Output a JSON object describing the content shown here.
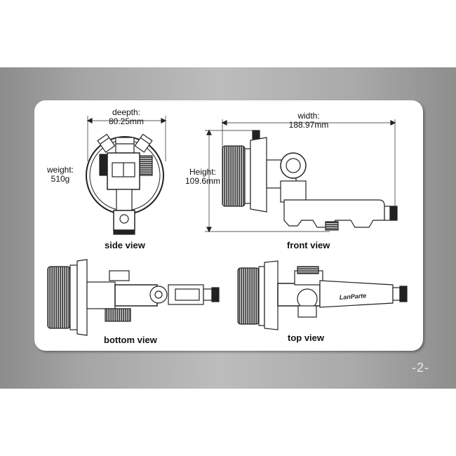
{
  "depth": {
    "label": "deepth:",
    "value": "80.25mm"
  },
  "weight": {
    "label": "weight:",
    "value": "510g"
  },
  "width": {
    "label": "width:",
    "value": "188.97mm"
  },
  "height": {
    "label": "Height:",
    "value": "109.6mm"
  },
  "views": {
    "side": "side view",
    "front": "front view",
    "bottom": "bottom view",
    "top": "top view"
  },
  "brand_logo": "LanParte",
  "page_number": "-2-",
  "colors": {
    "background_band": "#a8a8a8",
    "card": "#ffffff",
    "ink": "#111111"
  }
}
